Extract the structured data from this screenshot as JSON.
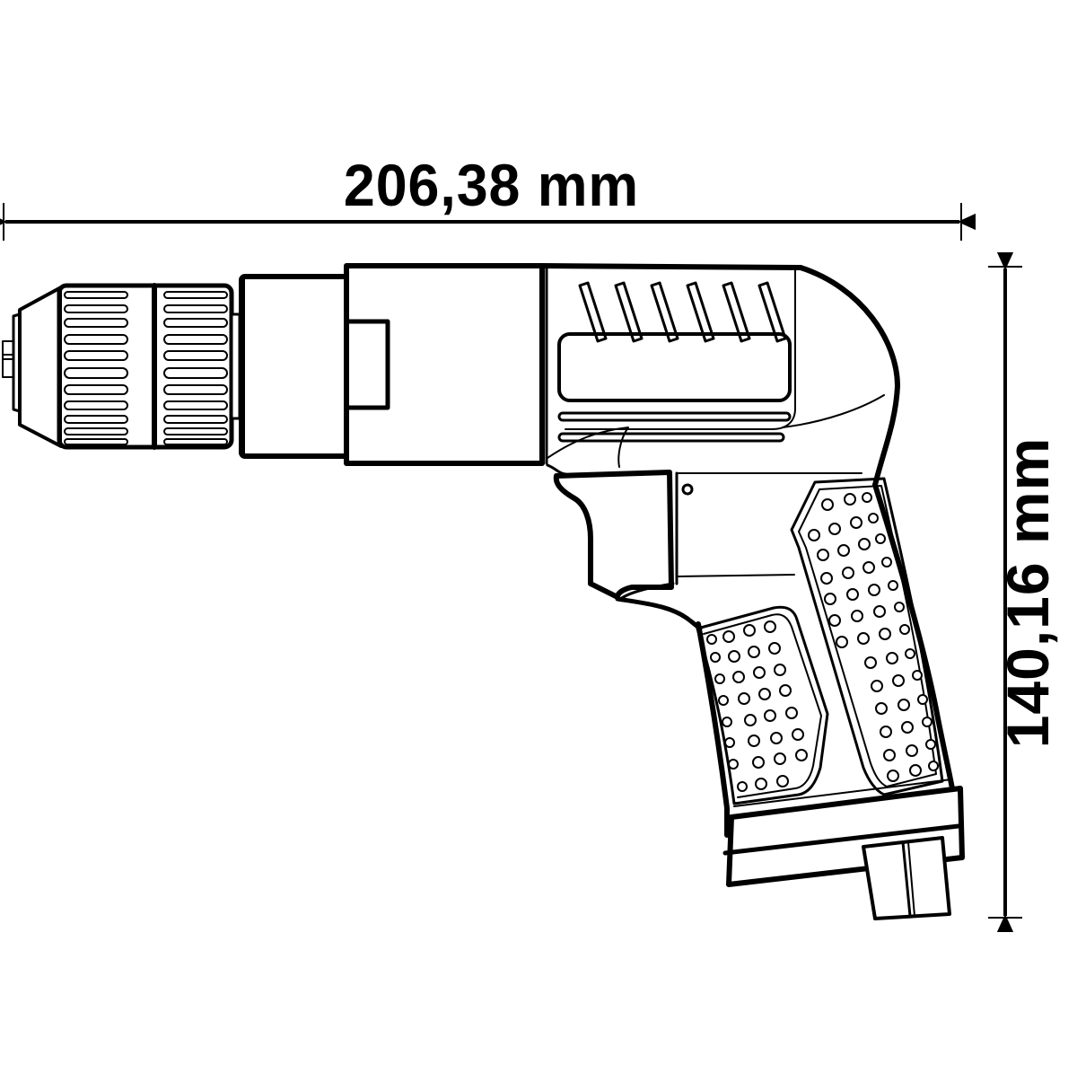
{
  "diagram": {
    "subject": "pneumatic pistol-grip drill with keyless chuck",
    "stroke_color": "#000000",
    "background": "#ffffff",
    "dimensions": {
      "width": {
        "label": "206,38 mm",
        "value": 206.38,
        "unit": "mm",
        "orientation": "horizontal"
      },
      "height": {
        "label": "140,16 mm",
        "value": 140.16,
        "unit": "mm",
        "orientation": "vertical"
      }
    },
    "parts": [
      "keyless chuck",
      "chuck collar",
      "gear housing",
      "motor housing",
      "vent slots",
      "trigger",
      "grip with dotted rubber inserts",
      "base",
      "air inlet fitting"
    ]
  }
}
